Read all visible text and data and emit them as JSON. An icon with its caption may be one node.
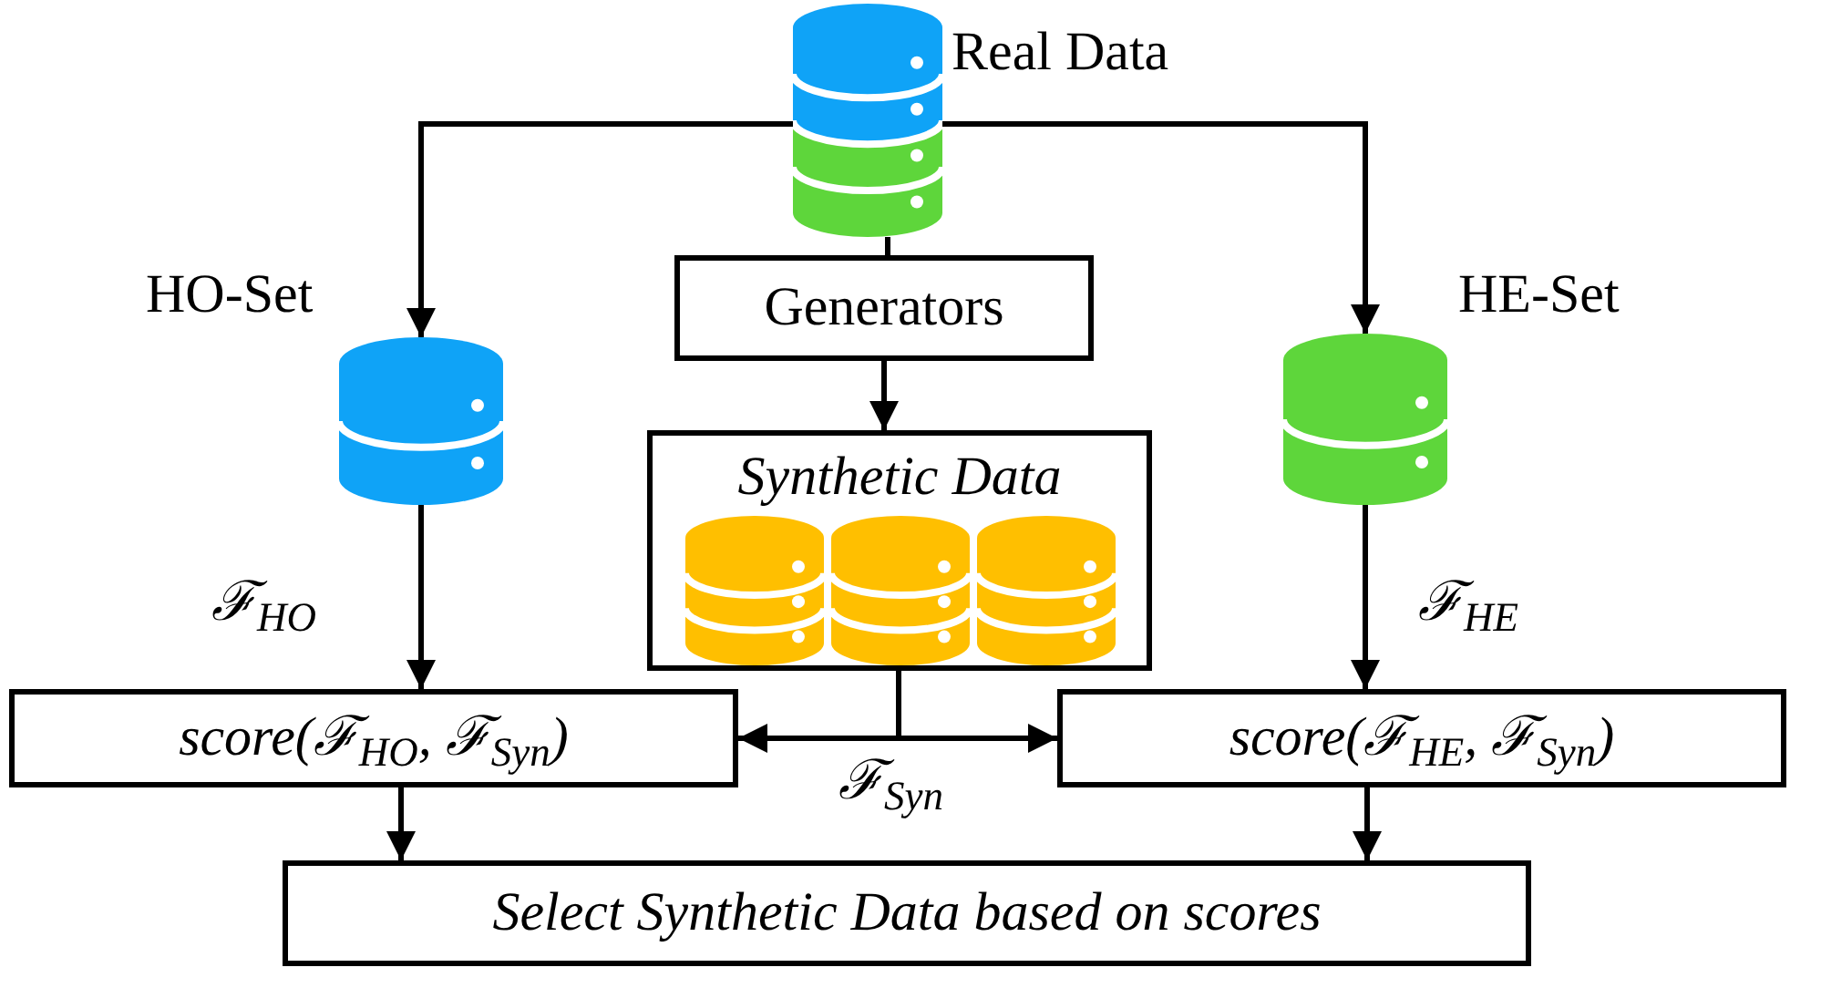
{
  "diagram": {
    "nodes": [
      {
        "text": [],
        "shape": "cylinder",
        "beside": [
          "Real Data"
        ]
      },
      {
        "text": [],
        "shape": "cylinder",
        "beside": [
          "HO-Set"
        ]
      },
      {
        "text": [
          "Generators"
        ]
      },
      {
        "text": [],
        "shape": "cylinder",
        "beside": [
          "HE-Set"
        ]
      },
      {
        "text": [
          "Synthetic Data"
        ]
      },
      {
        "text": [
          "score(ℱ$_{HO}$, ℱ$_{Syn}$)"
        ]
      },
      {
        "text": [
          "score(ℱ$_{HE}$, ℱ$_{Syn}$)"
        ]
      },
      {
        "text": [
          "Select Synthetic Data based on scores"
        ]
      }
    ],
    "edges": [
      {
        "from": 0,
        "to": 1,
        "arrow": "to"
      },
      {
        "from": 0,
        "to": 2,
        "arrow": "none"
      },
      {
        "from": 0,
        "to": 3,
        "arrow": "to"
      },
      {
        "from": 2,
        "to": 4,
        "arrow": "to"
      },
      {
        "from": 1,
        "to": 5,
        "arrow": "to",
        "label": "ℱ$_{HO}$"
      },
      {
        "from": 3,
        "to": 6,
        "arrow": "to",
        "label": "ℱ$_{HE}$"
      },
      {
        "from": 4,
        "to": 5,
        "arrow": "to",
        "label": "ℱ$_{Syn}$"
      },
      {
        "from": 4,
        "to": 6,
        "arrow": "to"
      },
      {
        "from": 5,
        "to": 7,
        "arrow": "to"
      },
      {
        "from": 6,
        "to": 7,
        "arrow": "to"
      }
    ]
  }
}
